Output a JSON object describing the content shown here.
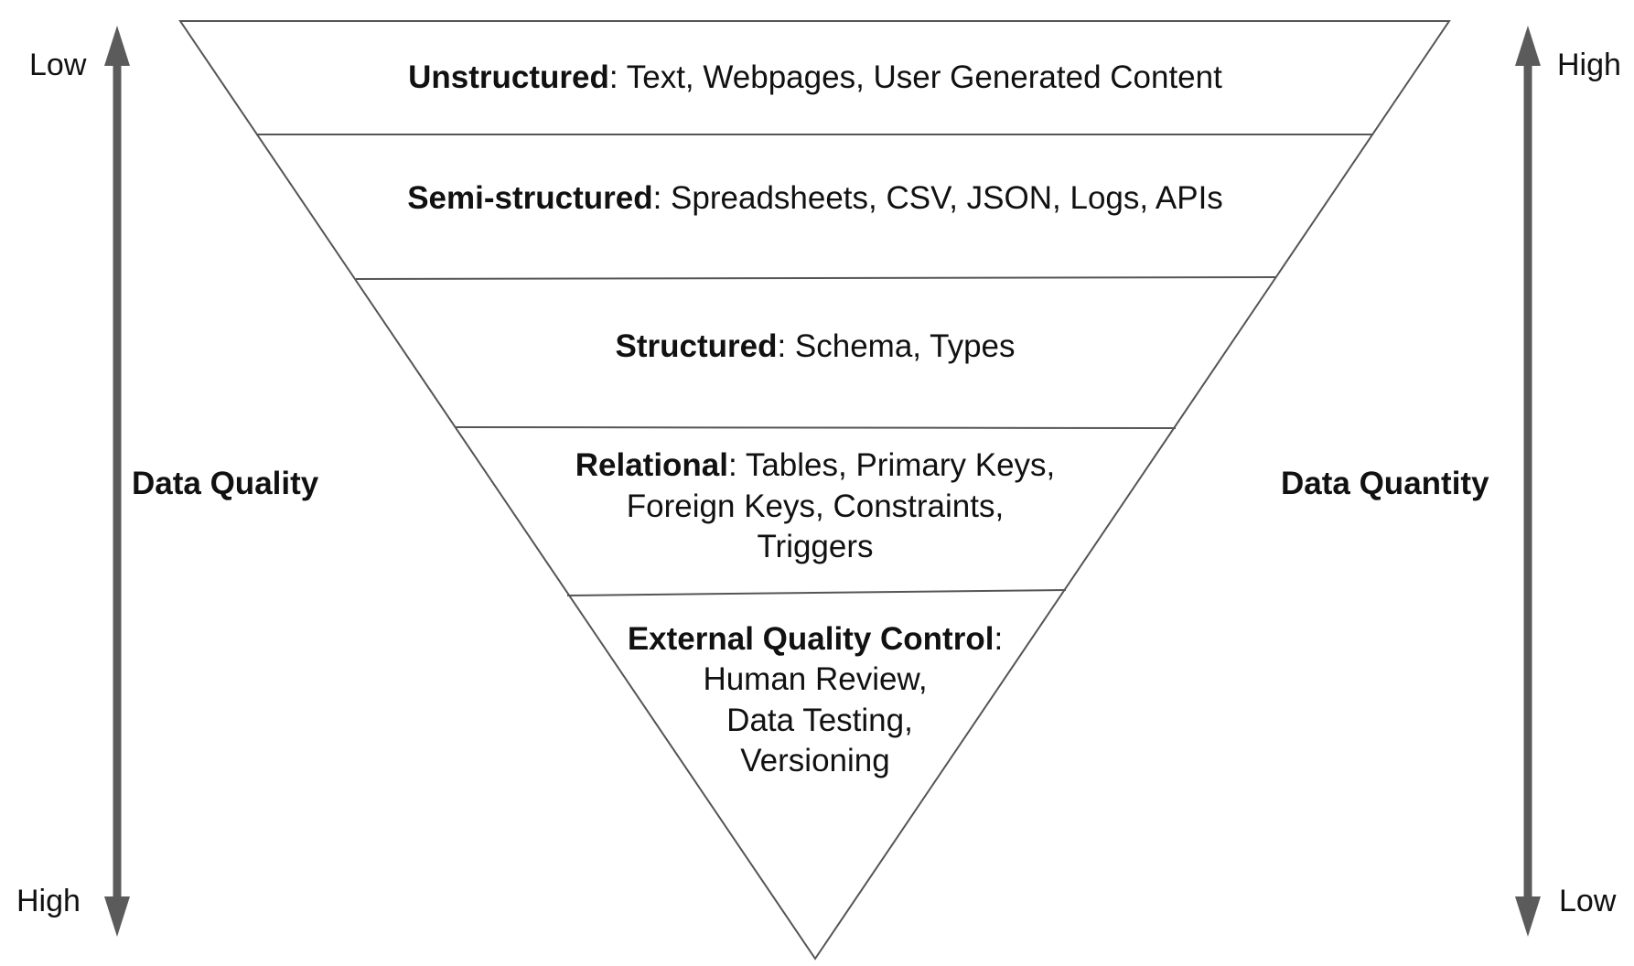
{
  "colors": {
    "arrow": "#5b5b5b",
    "outline": "#555555",
    "text": "#111111",
    "background": "#ffffff"
  },
  "left_axis": {
    "top_label": "Low",
    "bottom_label": "High",
    "title": "Data Quality"
  },
  "right_axis": {
    "top_label": "High",
    "bottom_label": "Low",
    "title": "Data Quantity"
  },
  "layers": [
    {
      "name": "Unstructured",
      "separator": ":",
      "lines": [
        " Text, Webpages, User Generated Content"
      ]
    },
    {
      "name": "Semi-structured",
      "separator": ":",
      "lines": [
        " Spreadsheets, CSV, JSON, Logs, APIs"
      ]
    },
    {
      "name": "Structured",
      "separator": ":",
      "lines": [
        " Schema, Types"
      ]
    },
    {
      "name": "Relational",
      "separator": ":",
      "lines": [
        " Tables, Primary Keys,",
        "Foreign Keys, Constraints,",
        "Triggers"
      ]
    },
    {
      "name": "External Quality Control",
      "separator": ":",
      "lines": [
        "",
        "Human Review,",
        "Data Testing,",
        "Versioning"
      ]
    }
  ]
}
